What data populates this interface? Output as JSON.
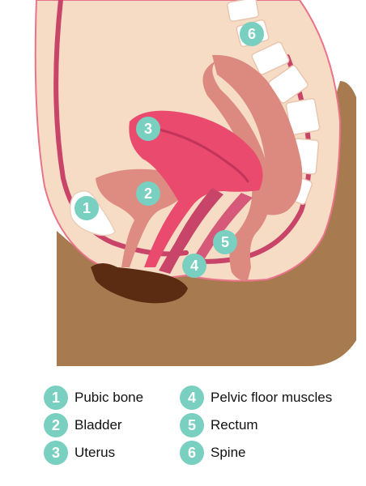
{
  "colors": {
    "skin": "#f6dcc4",
    "skin_outline": "#e9738a",
    "floor": "#a87a4f",
    "muscle_dark": "#c84468",
    "uterus": "#e94a6e",
    "bladder": "#de8c82",
    "rectum": "#dc8a80",
    "feces": "#5b2b12",
    "bone": "#ffffff",
    "badge": "#79cfc0"
  },
  "markers": [
    {
      "number": "1",
      "name": "pubic-bone"
    },
    {
      "number": "2",
      "name": "bladder"
    },
    {
      "number": "3",
      "name": "uterus"
    },
    {
      "number": "4",
      "name": "pelvic-floor-muscles"
    },
    {
      "number": "5",
      "name": "rectum"
    },
    {
      "number": "6",
      "name": "spine"
    }
  ],
  "legend": [
    {
      "number": "1",
      "label": "Pubic bone"
    },
    {
      "number": "2",
      "label": "Bladder"
    },
    {
      "number": "3",
      "label": "Uterus"
    },
    {
      "number": "4",
      "label": "Pelvic floor muscles"
    },
    {
      "number": "5",
      "label": "Rectum"
    },
    {
      "number": "6",
      "label": "Spine"
    }
  ]
}
